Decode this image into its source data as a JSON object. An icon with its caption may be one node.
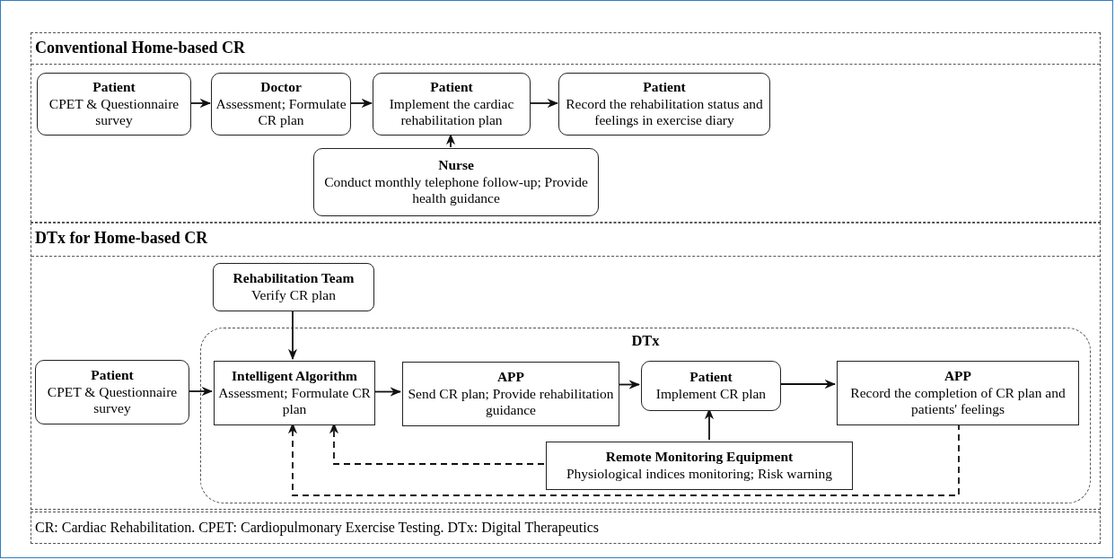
{
  "diagram": {
    "nodes": [
      {
        "text": [
          "Conventional Home-based CR"
        ]
      },
      {
        "text": [
          "Patient",
          "CPET & Questionnaire survey"
        ],
        "in": 0
      },
      {
        "text": [
          "Doctor",
          "Assessment; Formulate CR plan"
        ],
        "in": 0
      },
      {
        "text": [
          "Patient",
          "Implement the cardiac rehabilitation plan"
        ],
        "in": 0
      },
      {
        "text": [
          "Patient",
          "Record the rehabilitation status and feelings in exercise diary"
        ],
        "in": 0
      },
      {
        "text": [
          "Nurse",
          "Conduct monthly telephone follow-up; Provide health guidance"
        ],
        "in": 0
      },
      {
        "text": [
          "DTx for Home-based CR"
        ]
      },
      {
        "text": [
          "Rehabilitation Team",
          "Verify CR plan"
        ],
        "in": 6
      },
      {
        "text": [
          "Patient",
          "CPET & Questionnaire survey"
        ],
        "in": 6
      },
      {
        "text": [
          "DTx"
        ],
        "in": 6
      },
      {
        "text": [
          "Intelligent Algorithm",
          "Assessment; Formulate CR plan"
        ],
        "in": 9
      },
      {
        "text": [
          "APP",
          "Send CR plan; Provide rehabilitation guidance"
        ],
        "in": 9
      },
      {
        "text": [
          "Patient",
          "Implement CR plan"
        ],
        "in": 9
      },
      {
        "text": [
          "APP",
          "Record the completion of CR plan and patients' feelings"
        ],
        "in": 9
      },
      {
        "text": [
          "Remote Monitoring Equipment",
          "Physiological indices monitoring; Risk warning"
        ],
        "in": 9
      }
    ],
    "edges": [
      {
        "from": 1,
        "to": 2,
        "arrow": "to"
      },
      {
        "from": 2,
        "to": 3,
        "arrow": "to"
      },
      {
        "from": 3,
        "to": 4,
        "arrow": "to"
      },
      {
        "from": 5,
        "to": 3,
        "arrow": "to"
      },
      {
        "from": 7,
        "to": 10,
        "arrow": "to"
      },
      {
        "from": 8,
        "to": 10,
        "arrow": "to"
      },
      {
        "from": 10,
        "to": 11,
        "arrow": "to"
      },
      {
        "from": 11,
        "to": 12,
        "arrow": "to"
      },
      {
        "from": 12,
        "to": 13,
        "arrow": "to"
      },
      {
        "from": 14,
        "to": 12,
        "arrow": "to"
      },
      {
        "from": 14,
        "to": 10,
        "arrow": "to",
        "style": "dashed"
      },
      {
        "from": 13,
        "to": 10,
        "arrow": "to",
        "style": "dashed"
      }
    ],
    "labels": [
      "CR: Cardiac Rehabilitation. CPET: Cardiopulmonary Exercise Testing. DTx: Digital Therapeutics"
    ]
  }
}
